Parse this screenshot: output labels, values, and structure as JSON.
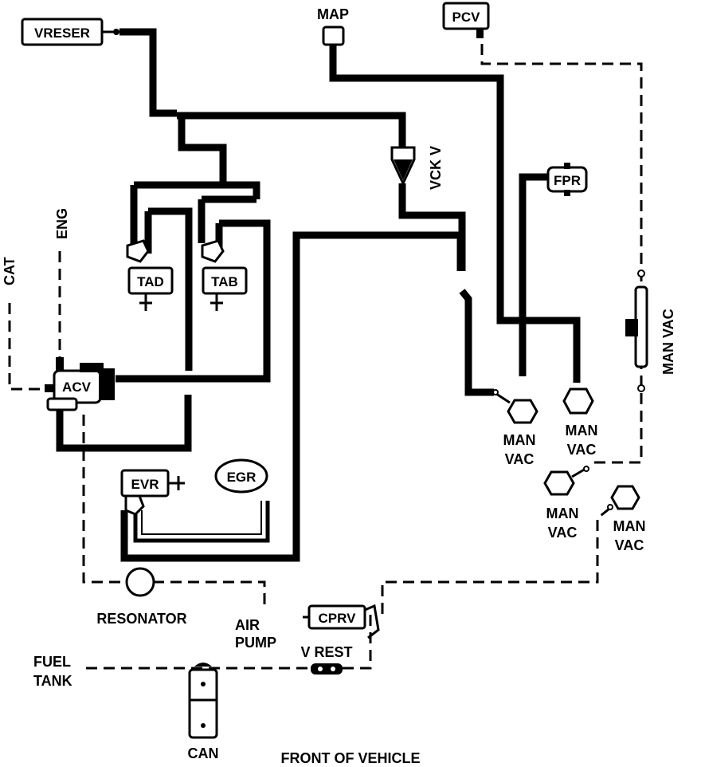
{
  "diagram": {
    "components": {
      "vreser": "VRESER",
      "map": "MAP",
      "pcv": "PCV",
      "vckv": "VCK V",
      "fpr": "FPR",
      "tad": "TAD",
      "tab": "TAB",
      "acv": "ACV",
      "evr": "EVR",
      "egr": "EGR",
      "cprv": "CPRV",
      "resonator": "RESONATOR",
      "can": "CAN"
    },
    "labels": {
      "eng": "ENG",
      "cat": "CAT",
      "air": "AIR",
      "pump": "PUMP",
      "v_rest": "V REST",
      "fuel": "FUEL",
      "tank": "TANK",
      "front_of_vehicle": "FRONT OF VEHICLE",
      "man": "MAN",
      "vac": "VAC",
      "man_vac_vertical": "MAN VAC"
    }
  }
}
